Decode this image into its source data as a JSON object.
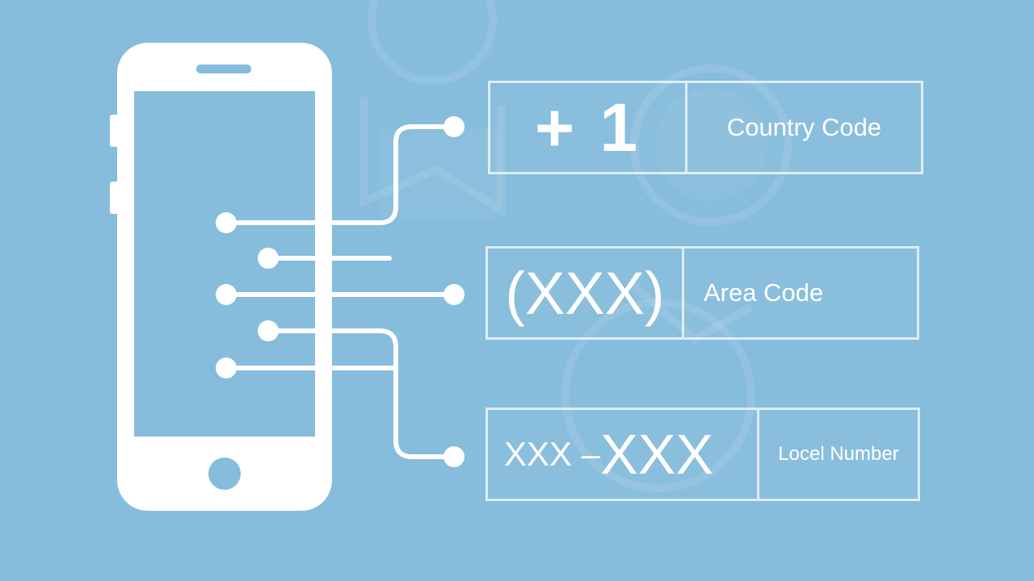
{
  "fields": {
    "country": {
      "value": "+ 1",
      "label": "Country Code"
    },
    "area": {
      "value": "(XXX)",
      "label": "Area Code"
    },
    "local": {
      "value_prefix": "XXX – ",
      "value_main": "XXX",
      "label": "Locel Number"
    }
  },
  "colors": {
    "background": "#86bcdc",
    "foreground": "#ffffff"
  },
  "icons": [
    "smartphone-icon",
    "connector-lines"
  ]
}
